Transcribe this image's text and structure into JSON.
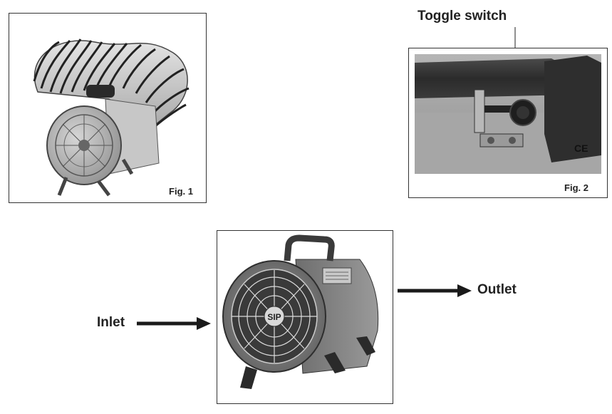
{
  "figures": {
    "fig1": {
      "label": "Fig. 1",
      "image": "fan-with-ducting-hose"
    },
    "fig2": {
      "label": "Fig. 2",
      "image": "toggle-switch-closeup"
    },
    "fig3": {
      "image": "fan-front-view",
      "logo_text": "SIP"
    }
  },
  "callouts": {
    "toggle_switch": "Toggle switch",
    "inlet": "Inlet",
    "outlet": "Outlet"
  },
  "colors": {
    "frame": "#333333",
    "arrow": "#1a1a1a",
    "fan_body": "#8a8a8a"
  }
}
